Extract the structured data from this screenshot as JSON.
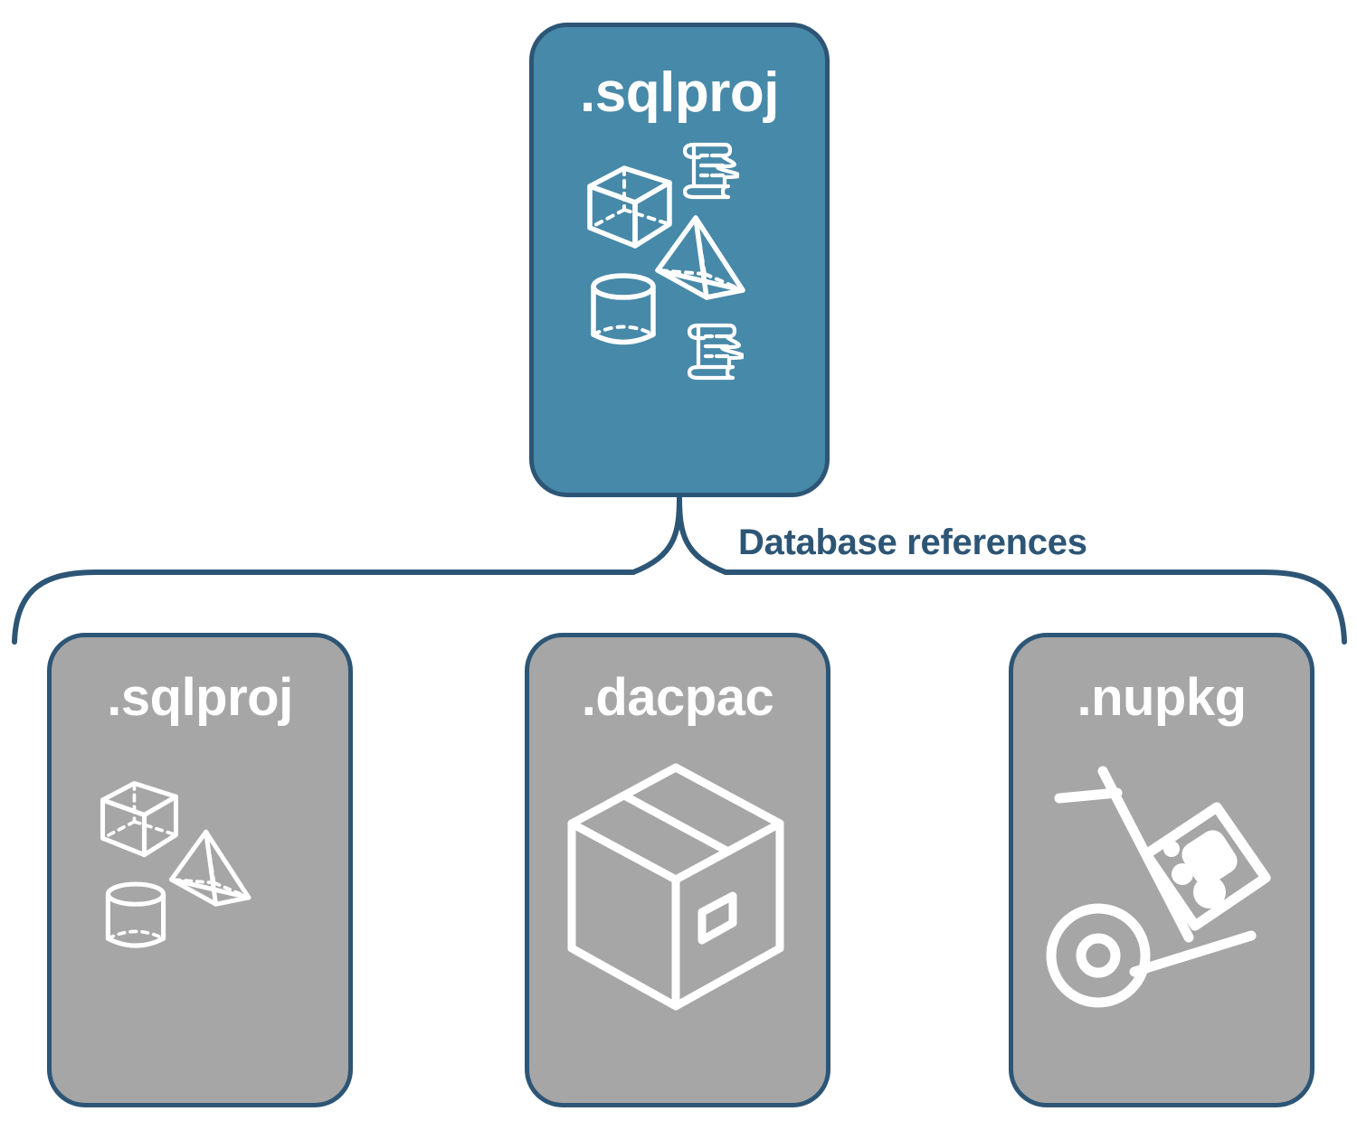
{
  "diagram": {
    "title_text": "Database references",
    "colors": {
      "primary_card_fill": "#4789A8",
      "secondary_card_fill": "#A6A6A6",
      "border": "#2D5575",
      "icon_stroke": "#FFFFFF",
      "label_text": "#2D5575",
      "background": "#FFFFFF"
    },
    "top_node": {
      "label": ".sqlproj",
      "icons": [
        "cube-wireframe-icon",
        "scroll-script-icon",
        "pyramid-wireframe-icon",
        "cylinder-wireframe-icon",
        "scroll-script-icon"
      ]
    },
    "connector": {
      "label": "Database references",
      "style": "curly-brace-bracket"
    },
    "child_nodes": [
      {
        "label": ".sqlproj",
        "icons": [
          "cube-wireframe-icon",
          "pyramid-wireframe-icon",
          "cylinder-wireframe-icon"
        ]
      },
      {
        "label": ".dacpac",
        "icons": [
          "shipping-box-icon"
        ]
      },
      {
        "label": ".nupkg",
        "icons": [
          "hand-truck-package-icon"
        ]
      }
    ]
  }
}
